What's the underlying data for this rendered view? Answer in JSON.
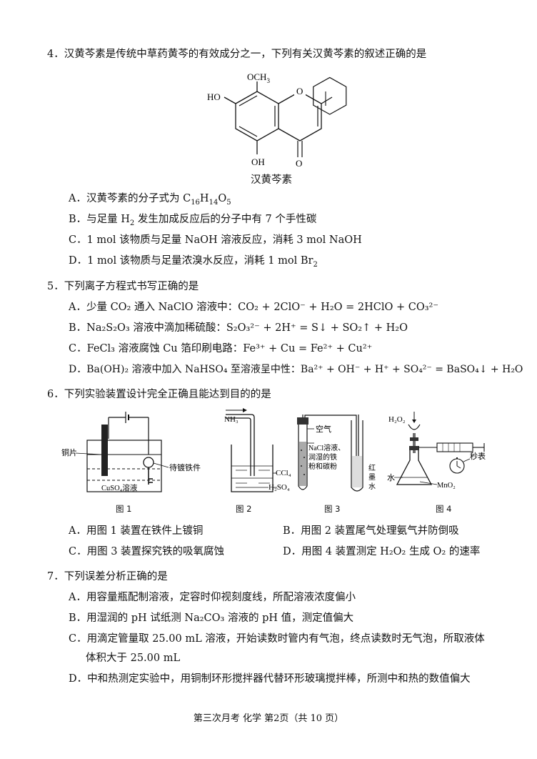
{
  "q4": {
    "number": "4．",
    "stem": "汉黄芩素是传统中草药黄芩的有效成分之一，下列有关汉黄芩素的叙述正确的是",
    "structure": {
      "substituent_top": "OCH",
      "substituent_top_sub": "3",
      "substituent_left": "HO",
      "substituent_bottom_left": "OH",
      "substituent_bottom_right": "O",
      "ring_oxygen": "O",
      "caption": "汉黄芩素"
    },
    "options": {
      "A_prefix": "A．汉黄芩素的分子式为 C",
      "A_sub1": "16",
      "A_mid1": "H",
      "A_sub2": "14",
      "A_mid2": "O",
      "A_sub3": "5",
      "B_prefix": "B．与足量 H",
      "B_sub": "2",
      "B_rest": " 发生加成反应后的分子中有 7 个手性碳",
      "C": "C．1 mol 该物质与足量 NaOH 溶液反应，消耗 3 mol NaOH",
      "D_prefix": "D．1 mol 该物质与足量浓溴水反应，消耗 1 mol Br",
      "D_sub": "2"
    }
  },
  "q5": {
    "number": "5．",
    "stem": "下列离子方程式书写正确的是",
    "A": "A．少量 CO₂ 通入 NaClO 溶液中：CO₂ + 2ClO⁻ + H₂O = 2HClO + CO₃²⁻",
    "B": "B．Na₂S₂O₃ 溶液中滴加稀硫酸：S₂O₃²⁻ + 2H⁺ = S↓ + SO₂↑ + H₂O",
    "C": "C．FeCl₃ 溶液腐蚀 Cu 箔印刷电路：Fe³⁺ + Cu = Fe²⁺ + Cu²⁺",
    "D": "D．Ba(OH)₂ 溶液中加入 NaHSO₄ 至溶液呈中性：Ba²⁺ + OH⁻ + H⁺ + SO₄²⁻ = BaSO₄↓ + H₂O"
  },
  "q6": {
    "number": "6．",
    "stem": "下列实验装置设计完全正确且能达到目的的是",
    "fig1": {
      "label_copper": "铜片",
      "label_iron": "待镀铁件",
      "label_solution": "CuSO₄溶液",
      "caption": "图 1"
    },
    "fig2": {
      "label_gas": "NH₃",
      "label_ccl4": "CCl₄",
      "label_acid": "H₂SO₄",
      "caption": "图 2"
    },
    "fig3": {
      "label_air": "空气",
      "label_mix_1": "NaCl溶液、",
      "label_mix_2": "润湿的铁",
      "label_mix_3": "粉和碳粉",
      "label_ink_1": "红",
      "label_ink_2": "墨",
      "label_ink_3": "水",
      "caption": "图 3"
    },
    "fig4": {
      "label_h2o2": "H₂O₂",
      "label_stopwatch": "秒表",
      "label_water": "水",
      "label_mno2": "MnO₂",
      "caption": "图 4"
    },
    "A": "A．用图 1 装置在铁件上镀铜",
    "B": "B．用图 2 装置尾气处理氨气并防倒吸",
    "C": "C．用图 3 装置探究铁的吸氧腐蚀",
    "D": "D．用图 4 装置测定 H₂O₂ 生成 O₂ 的速率"
  },
  "q7": {
    "number": "7．",
    "stem": "下列误差分析正确的是",
    "A": "A．用容量瓶配制溶液，定容时仰视刻度线，所配溶液浓度偏小",
    "B": "B．用湿润的 pH 试纸测 Na₂CO₃ 溶液的 pH 值，测定值偏大",
    "C1": "C．用滴定管量取 25.00 mL 溶液，开始读数时管内有气泡，终点读数时无气泡，所取液体",
    "C2": "体积大于 25.00 mL",
    "D": "D．中和热测定实验中，用铜制环形搅拌器代替环形玻璃搅拌棒，所测中和热的数值偏大"
  },
  "footer": "第三次月考  化学  第2页（共 10 页）"
}
